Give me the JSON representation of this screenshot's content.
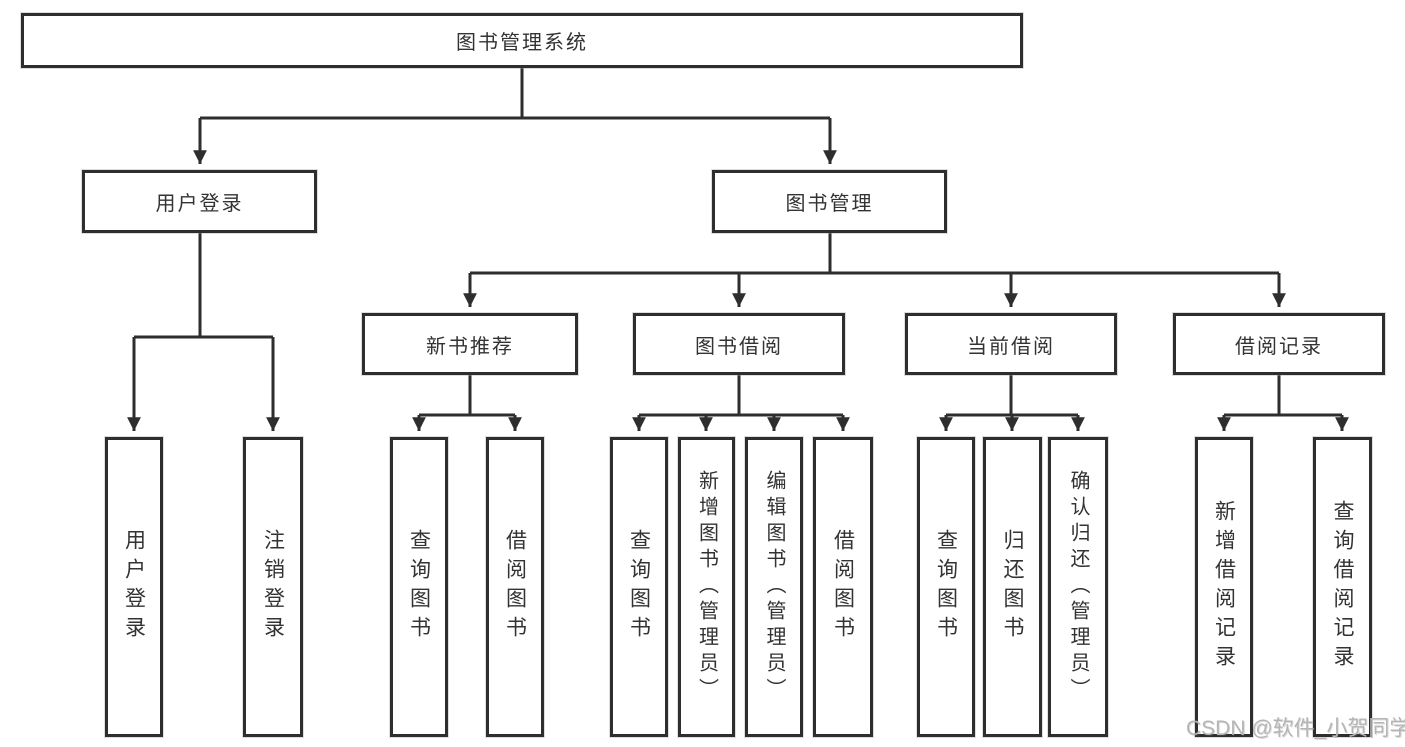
{
  "diagram": {
    "tree": {
      "root": {
        "label": "图书管理系统"
      },
      "branches": [
        {
          "label": "用户登录",
          "children": [
            {
              "label": "用户登录"
            },
            {
              "label": "注销登录"
            }
          ]
        },
        {
          "label": "图书管理",
          "children": [
            {
              "label": "新书推荐",
              "children": [
                {
                  "label": "查询图书"
                },
                {
                  "label": "借阅图书"
                }
              ]
            },
            {
              "label": "图书借阅",
              "children": [
                {
                  "label": "查询图书"
                },
                {
                  "label": "新增图书（管理员）"
                },
                {
                  "label": "编辑图书（管理员）"
                },
                {
                  "label": "借阅图书"
                }
              ]
            },
            {
              "label": "当前借阅",
              "children": [
                {
                  "label": "查询图书"
                },
                {
                  "label": "归还图书"
                },
                {
                  "label": "确认归还（管理员）"
                }
              ]
            },
            {
              "label": "借阅记录",
              "children": [
                {
                  "label": "新增借阅记录"
                },
                {
                  "label": "查询借阅记录"
                }
              ]
            }
          ]
        }
      ]
    },
    "colors": {
      "line": "#2e2e2e",
      "text": "#333333",
      "background": "#ffffff",
      "watermark": "#b5b5b5"
    }
  },
  "watermark": {
    "text": "CSDN @软件_小贺同学"
  }
}
